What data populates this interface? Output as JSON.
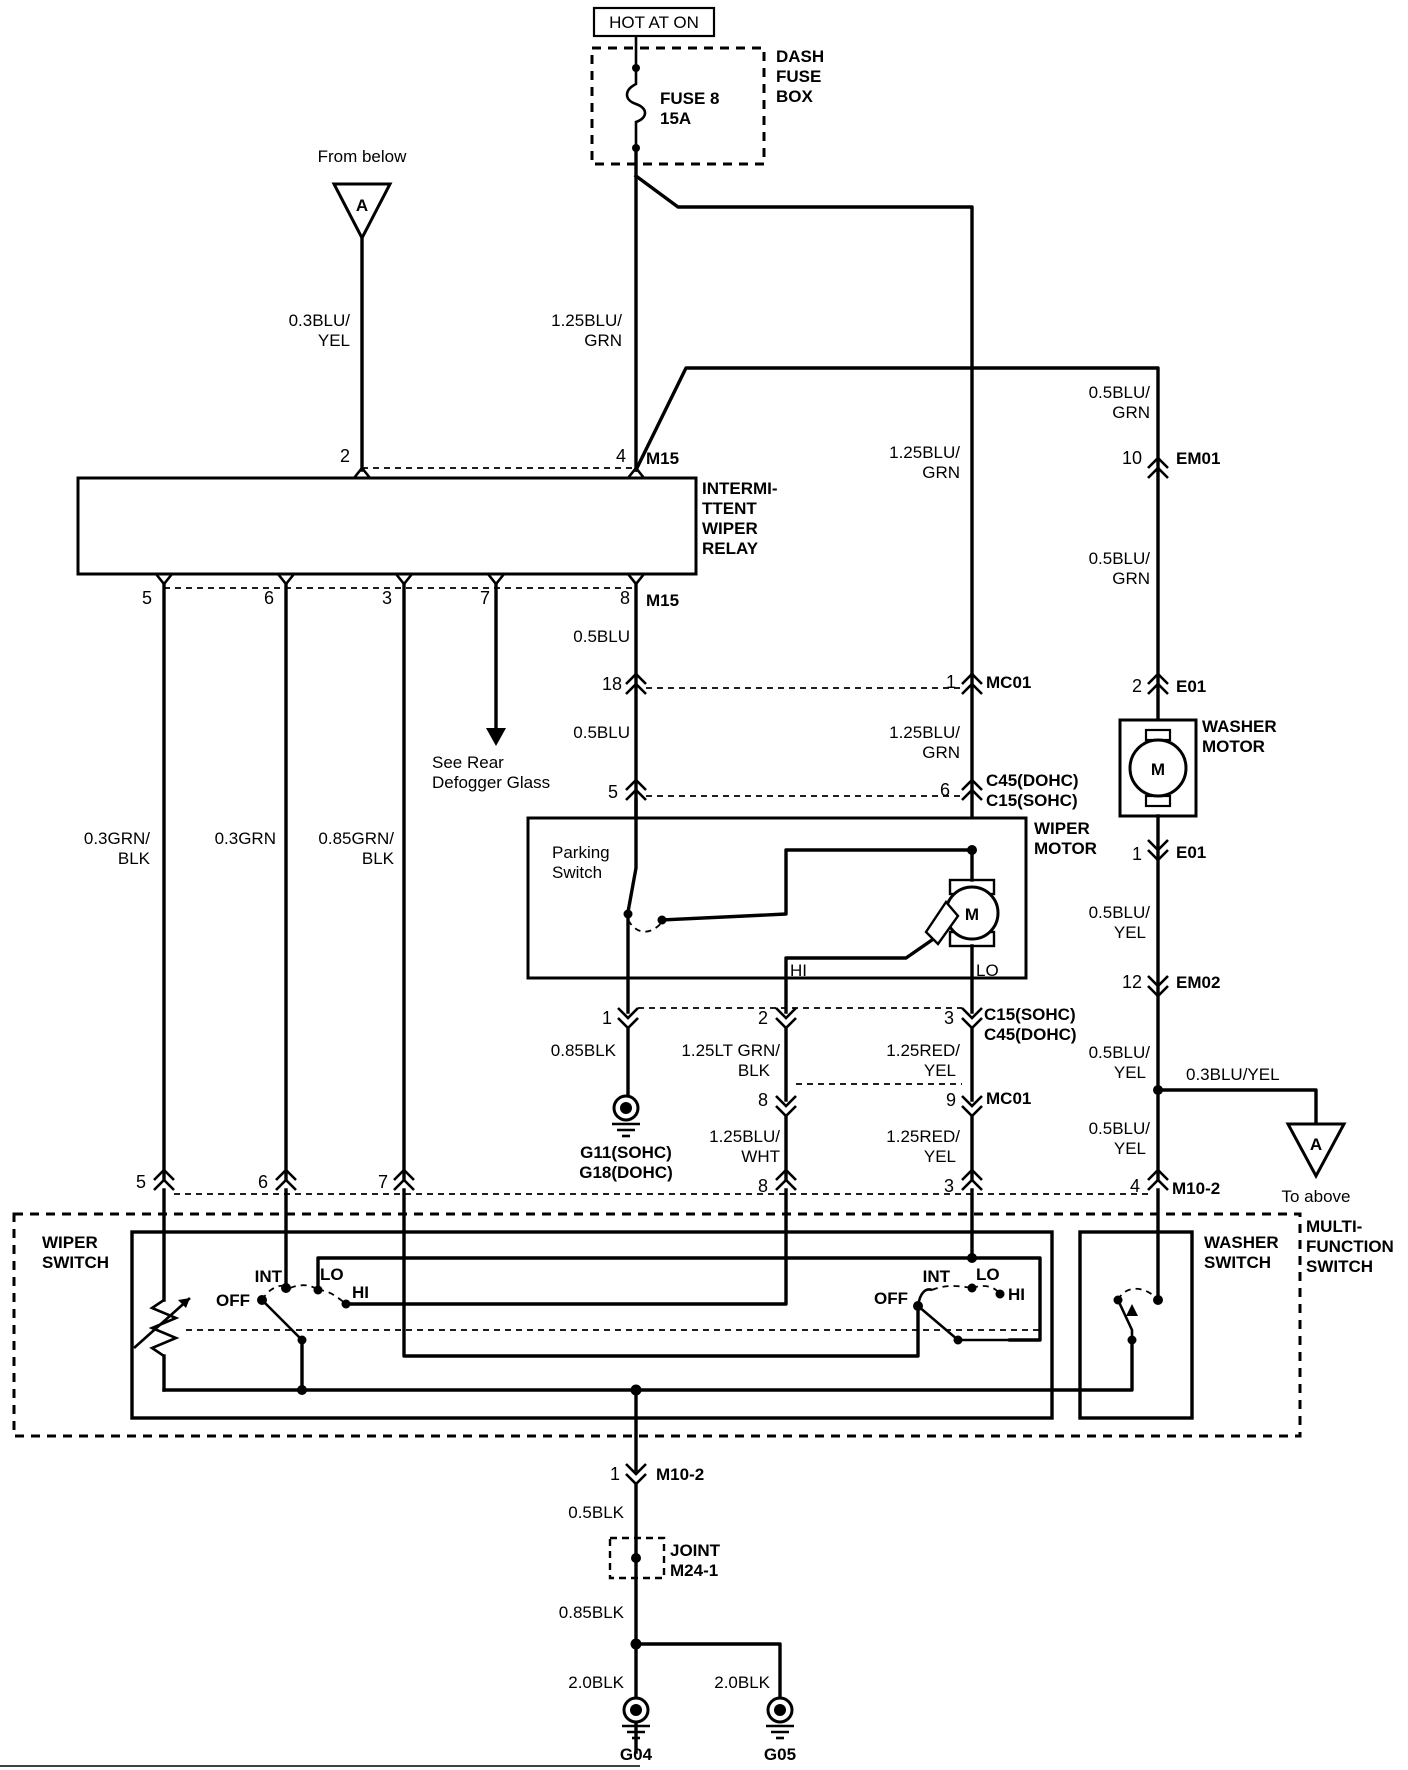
{
  "power": {
    "hot_label": "HOT AT ON",
    "fuse_box": "DASH FUSE BOX",
    "fuse_box_lines": [
      "DASH",
      "FUSE",
      "BOX"
    ],
    "fuse_name": "FUSE 8",
    "fuse_rating": "15A"
  },
  "offpage": {
    "from_below": "From below",
    "to_above": "To above",
    "connector_letter": "A",
    "see_rear_lines": [
      "See Rear",
      "Defogger Glass"
    ]
  },
  "components": {
    "relay_lines": [
      "INTERMI-",
      "TTENT",
      "WIPER",
      "RELAY"
    ],
    "wiper_motor_lines": [
      "WIPER",
      "MOTOR"
    ],
    "washer_motor_lines": [
      "WASHER",
      "MOTOR"
    ],
    "parking_switch_lines": [
      "Parking",
      "Switch"
    ],
    "motor_symbol": "M",
    "wiper_switch_lines": [
      "WIPER",
      "SWITCH"
    ],
    "washer_switch_lines": [
      "WASHER",
      "SWITCH"
    ],
    "multi_function_lines": [
      "MULTI-",
      "FUNCTION",
      "SWITCH"
    ],
    "joint_lines": [
      "JOINT",
      "M24-1"
    ]
  },
  "switch_positions": {
    "off": "OFF",
    "int": "INT",
    "lo": "LO",
    "hi": "HI"
  },
  "motor_terminals": {
    "hi": "HI",
    "lo": "LO"
  },
  "wires": {
    "blu_yel_03": [
      "0.3BLU/",
      "YEL"
    ],
    "blu_grn_125_left": [
      "1.25BLU/",
      "GRN"
    ],
    "blu_grn_125_right": [
      "1.25BLU/",
      "GRN"
    ],
    "blu_grn_05_top": [
      "0.5BLU/",
      "GRN"
    ],
    "blu_grn_05_mid": [
      "0.5BLU/",
      "GRN"
    ],
    "blu_05_a": "0.5BLU",
    "blu_05_b": "0.5BLU",
    "blu_grn_125_c45": [
      "1.25BLU/",
      "GRN"
    ],
    "grn_blk_03": [
      "0.3GRN/",
      "BLK"
    ],
    "grn_03": "0.3GRN",
    "grn_blk_085": [
      "0.85GRN/",
      "BLK"
    ],
    "blk_085_motor": "0.85BLK",
    "lt_grn_blk_125": [
      "1.25LT GRN/",
      "BLK"
    ],
    "red_yel_125_a": [
      "1.25RED/",
      "YEL"
    ],
    "red_yel_125_b": [
      "1.25RED/",
      "YEL"
    ],
    "blu_wht_125": [
      "1.25BLU/",
      "WHT"
    ],
    "blu_yel_05_a": [
      "0.5BLU/",
      "YEL"
    ],
    "blu_yel_05_b": [
      "0.5BLU/",
      "YEL"
    ],
    "blu_yel_05_c": [
      "0.5BLU/",
      "YEL"
    ],
    "blu_yel_03_branch": "0.3BLU/YEL",
    "blk_05": "0.5BLK",
    "blk_085_joint": "0.85BLK",
    "blk_20_a": "2.0BLK",
    "blk_20_b": "2.0BLK"
  },
  "connectors": {
    "m15": "M15",
    "em01": "EM01",
    "mc01": "MC01",
    "e01": "E01",
    "c45_dohc": "C45(DOHC)",
    "c15_sohc": "C15(SOHC)",
    "em02": "EM02",
    "m10_2": "M10-2"
  },
  "pins": {
    "relay_2": "2",
    "relay_4": "4",
    "relay_5": "5",
    "relay_6": "6",
    "relay_3": "3",
    "relay_7": "7",
    "relay_8": "8",
    "em01_10": "10",
    "mc01_18": "18",
    "mc01_1": "1",
    "c45_5": "5",
    "c45_6": "6",
    "e01_2": "2",
    "e01_1": "1",
    "c15_1": "1",
    "c15_2": "2",
    "c15_3": "3",
    "em02_12": "12",
    "mc01_8": "8",
    "mc01_9": "9",
    "m102_5": "5",
    "m102_6": "6",
    "m102_7": "7",
    "m102_8": "8",
    "m102_3": "3",
    "m102_4": "4",
    "m102_1": "1"
  },
  "grounds": {
    "motor_ground_lines": [
      "G11(SOHC)",
      "G18(DOHC)"
    ],
    "g04": "G04",
    "g05": "G05"
  }
}
